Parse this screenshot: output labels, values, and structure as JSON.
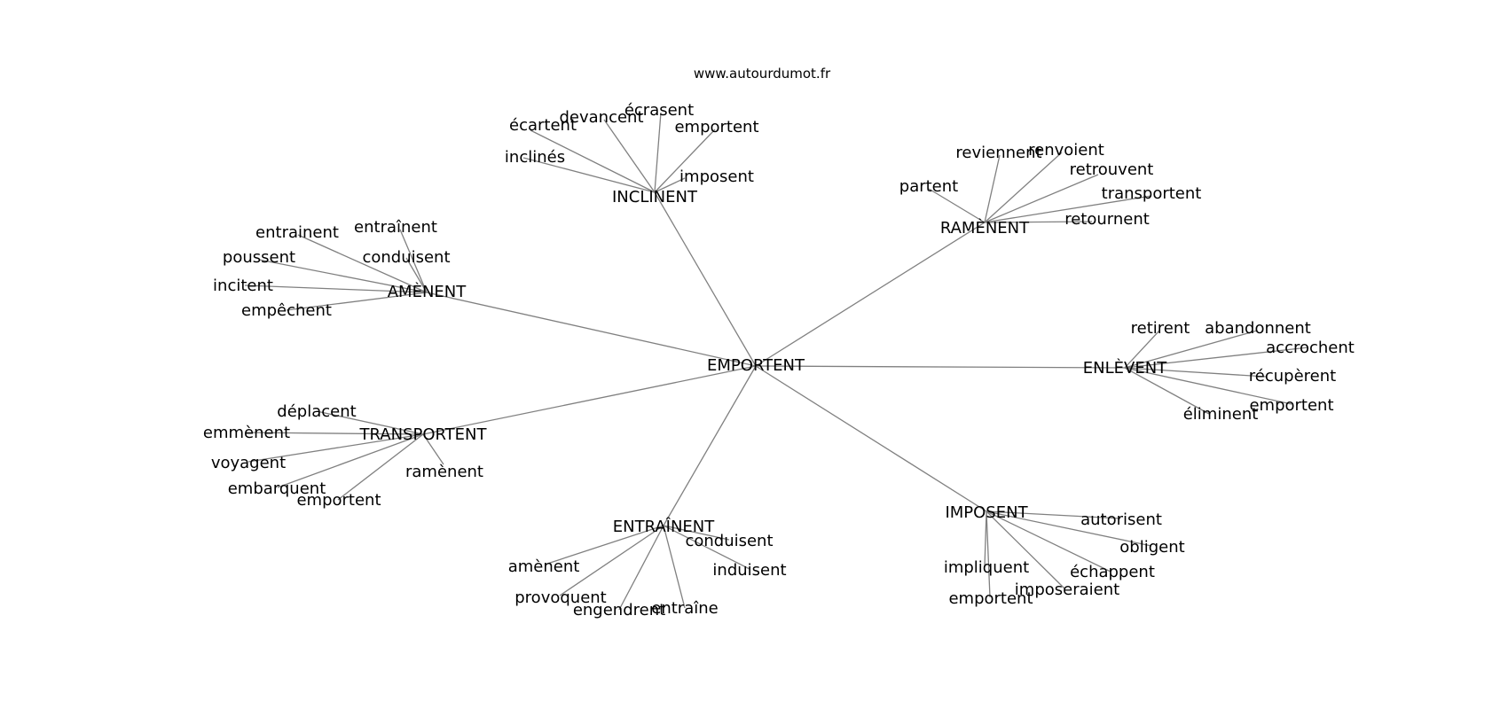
{
  "site": "www.autourdumot.fr",
  "colors": {
    "edge": "#808080",
    "text": "#000000",
    "background": "#ffffff"
  },
  "graph": {
    "center": "EMPORTENT",
    "groups": [
      {
        "label": "INCLINENT",
        "children": [
          "écartent",
          "devancent",
          "écrasent",
          "emportent",
          "inclinés",
          "imposent"
        ]
      },
      {
        "label": "RAMÈNENT",
        "children": [
          "reviennent",
          "renvoient",
          "retrouvent",
          "partent",
          "transportent",
          "retournent"
        ]
      },
      {
        "label": "AMÈNENT",
        "children": [
          "entrainent",
          "entraînent",
          "poussent",
          "conduisent",
          "incitent",
          "empêchent"
        ]
      },
      {
        "label": "ENLÈVENT",
        "children": [
          "retirent",
          "abandonnent",
          "accrochent",
          "récupèrent",
          "emportent",
          "éliminent"
        ]
      },
      {
        "label": "TRANSPORTENT",
        "children": [
          "déplacent",
          "emmènent",
          "voyagent",
          "embarquent",
          "emportent",
          "ramènent"
        ]
      },
      {
        "label": "ENTRAÎNENT",
        "children": [
          "conduisent",
          "amènent",
          "induisent",
          "provoquent",
          "engendrent",
          "entraîne"
        ]
      },
      {
        "label": "IMPOSENT",
        "children": [
          "autorisent",
          "obligent",
          "impliquent",
          "échappent",
          "imposeraient",
          "emportent"
        ]
      }
    ]
  }
}
